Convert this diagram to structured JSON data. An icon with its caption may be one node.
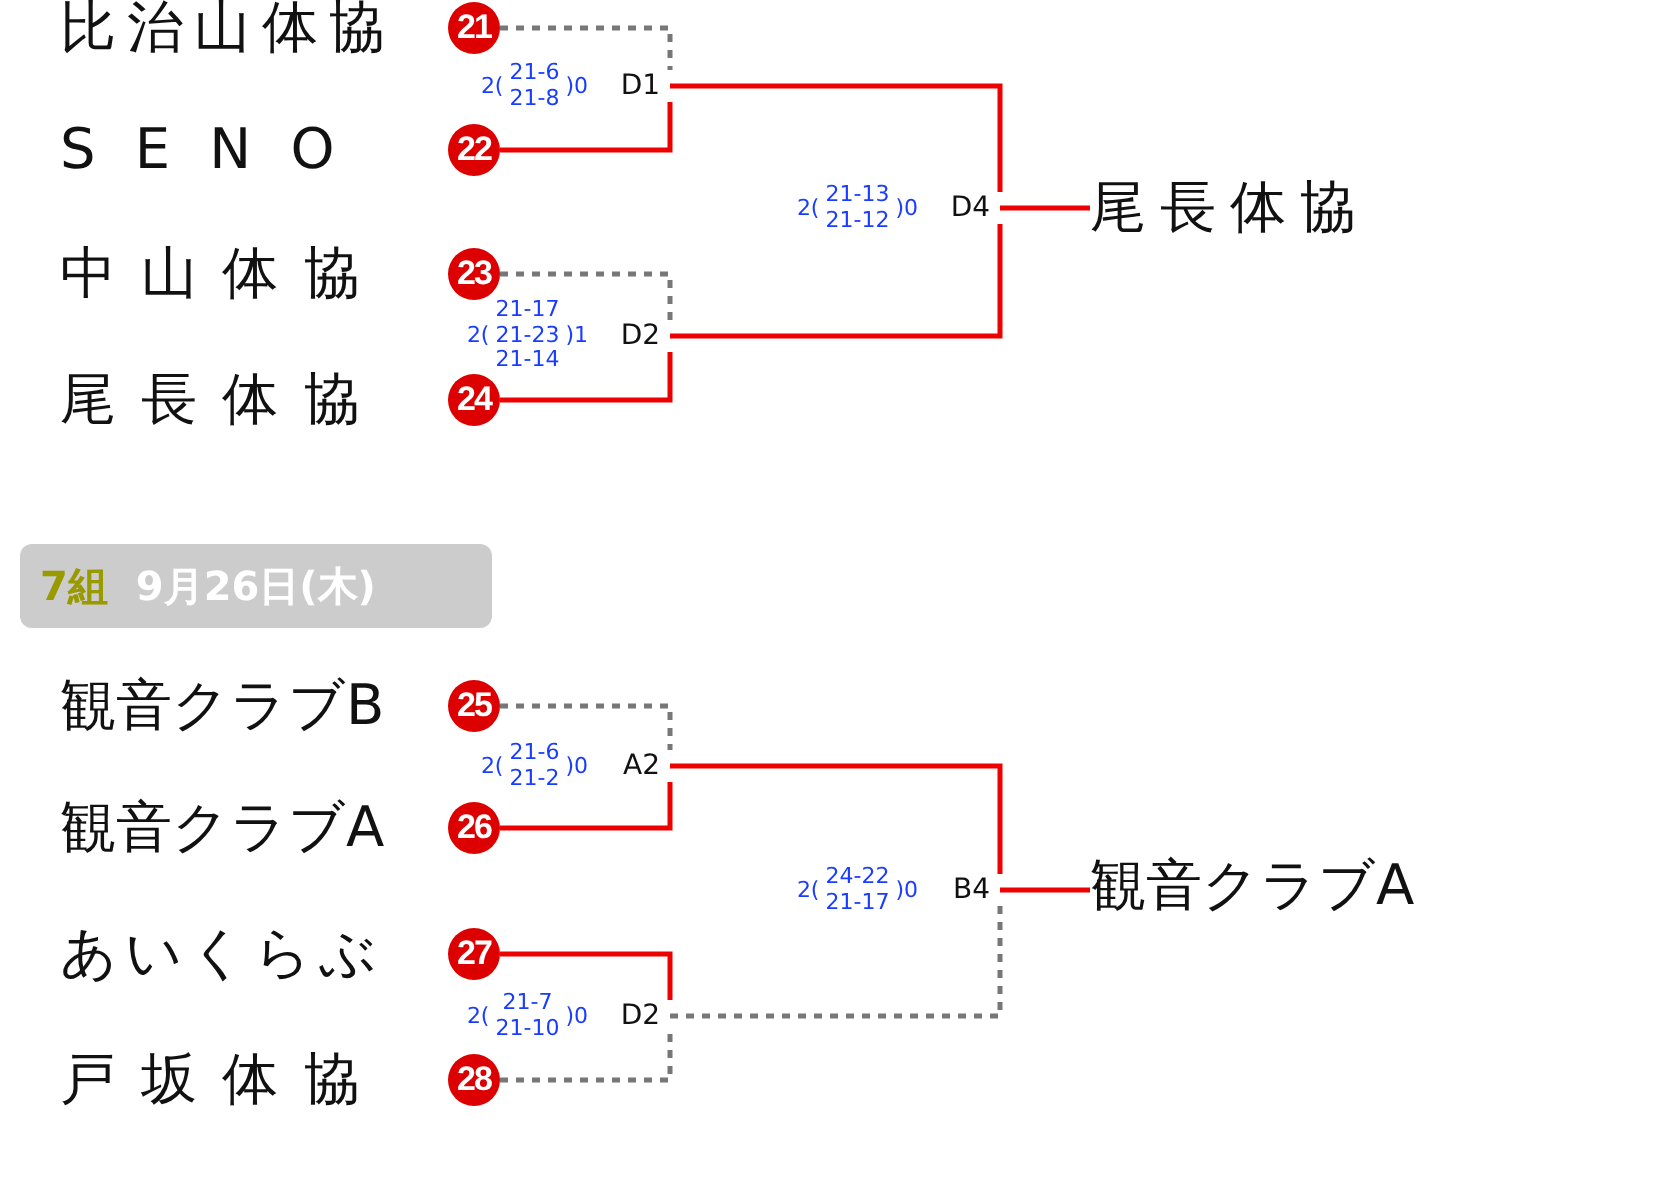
{
  "diagram": {
    "nodes": [
      {
        "text": [
          "比治山体協",
          "21"
        ]
      },
      {
        "text": [
          "SENO",
          "22"
        ]
      },
      {
        "text": [
          "中山体協",
          "23"
        ]
      },
      {
        "text": [
          "尾長体協",
          "24"
        ]
      },
      {
        "text": [
          "D1"
        ],
        "beside": [
          "2(",
          "21-6 21-8",
          ")0"
        ]
      },
      {
        "text": [
          "D2"
        ],
        "beside": [
          "2(",
          "21-17 21-23 21-14",
          ")1"
        ]
      },
      {
        "text": [
          "D4"
        ],
        "beside": [
          "2(",
          "21-13 21-12",
          ")0"
        ]
      },
      {
        "text": [
          "尾長体協"
        ]
      },
      {
        "text": [
          "7組",
          "9月26日(木)"
        ]
      },
      {
        "text": [
          "観音クラブB",
          "25"
        ]
      },
      {
        "text": [
          "観音クラブA",
          "26"
        ]
      },
      {
        "text": [
          "あいくらぶ",
          "27"
        ]
      },
      {
        "text": [
          "戸坂体協",
          "28"
        ]
      },
      {
        "text": [
          "A2"
        ],
        "beside": [
          "2(",
          "21-6 21-2",
          ")0"
        ]
      },
      {
        "text": [
          "D2"
        ],
        "beside": [
          "2(",
          "21-7 21-10",
          ")0"
        ]
      },
      {
        "text": [
          "B4"
        ],
        "beside": [
          "2(",
          "24-22 21-17",
          ")0"
        ]
      },
      {
        "text": [
          "観音クラブA"
        ]
      }
    ],
    "edges": [
      {
        "from": 0,
        "to": 4,
        "arrow": "none",
        "style": "dashed",
        "color": "#777777"
      },
      {
        "from": 1,
        "to": 4,
        "arrow": "none"
      },
      {
        "from": 2,
        "to": 5,
        "arrow": "none",
        "style": "dashed",
        "color": "#777777"
      },
      {
        "from": 3,
        "to": 5,
        "arrow": "none"
      },
      {
        "from": 4,
        "to": 6,
        "arrow": "none"
      },
      {
        "from": 5,
        "to": 6,
        "arrow": "none"
      },
      {
        "from": 6,
        "to": 7,
        "arrow": "none"
      },
      {
        "from": 9,
        "to": 13,
        "arrow": "none",
        "style": "dashed",
        "color": "#777777"
      },
      {
        "from": 10,
        "to": 13,
        "arrow": "none"
      },
      {
        "from": 11,
        "to": 14,
        "arrow": "none"
      },
      {
        "from": 12,
        "to": 14,
        "arrow": "none",
        "style": "dashed",
        "color": "#777777"
      },
      {
        "from": 13,
        "to": 15,
        "arrow": "none"
      },
      {
        "from": 14,
        "to": 15,
        "arrow": "none",
        "style": "dashed",
        "color": "#777777"
      },
      {
        "from": 15,
        "to": 16,
        "arrow": "none"
      }
    ]
  }
}
